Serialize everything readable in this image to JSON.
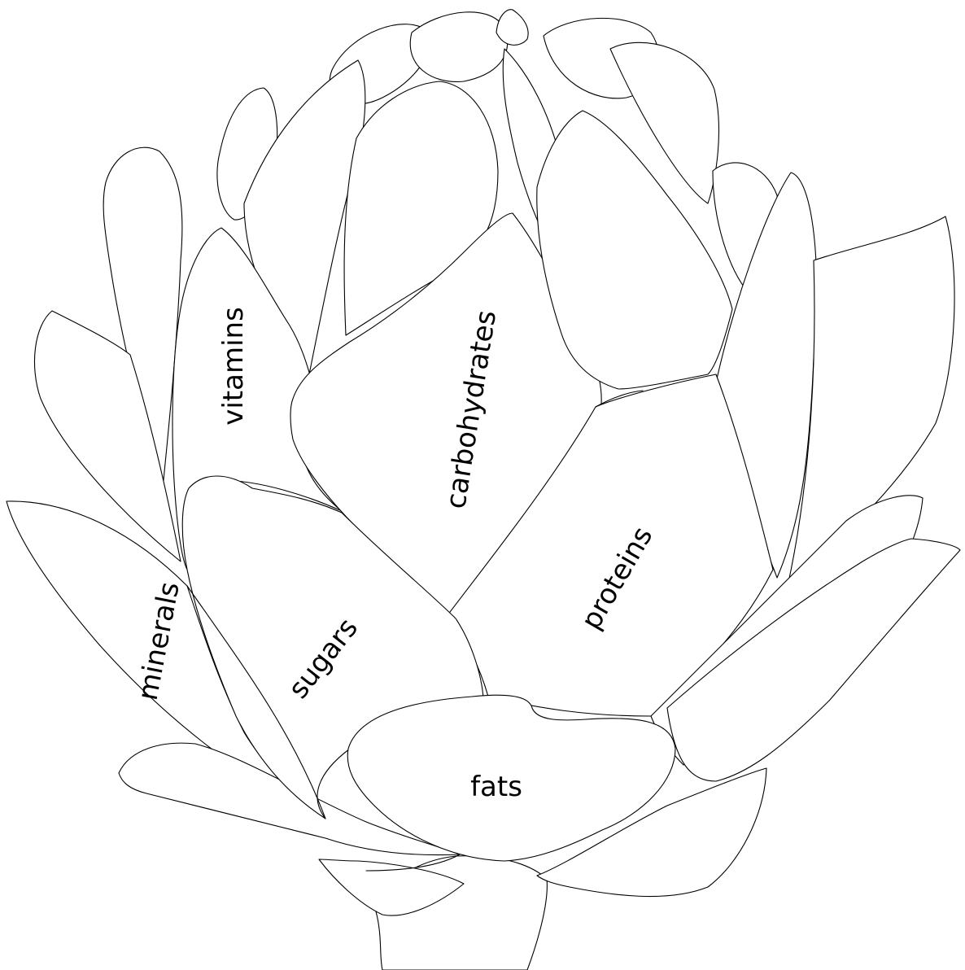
{
  "diagram": {
    "labels": {
      "vitamins": "vitamins",
      "carbohydrates": "carbohydrates",
      "minerals": "minerals",
      "sugars": "sugars",
      "proteins": "proteins",
      "fats": "fats"
    },
    "colors": {
      "stroke": "#000000",
      "fill": "#ffffff"
    }
  }
}
